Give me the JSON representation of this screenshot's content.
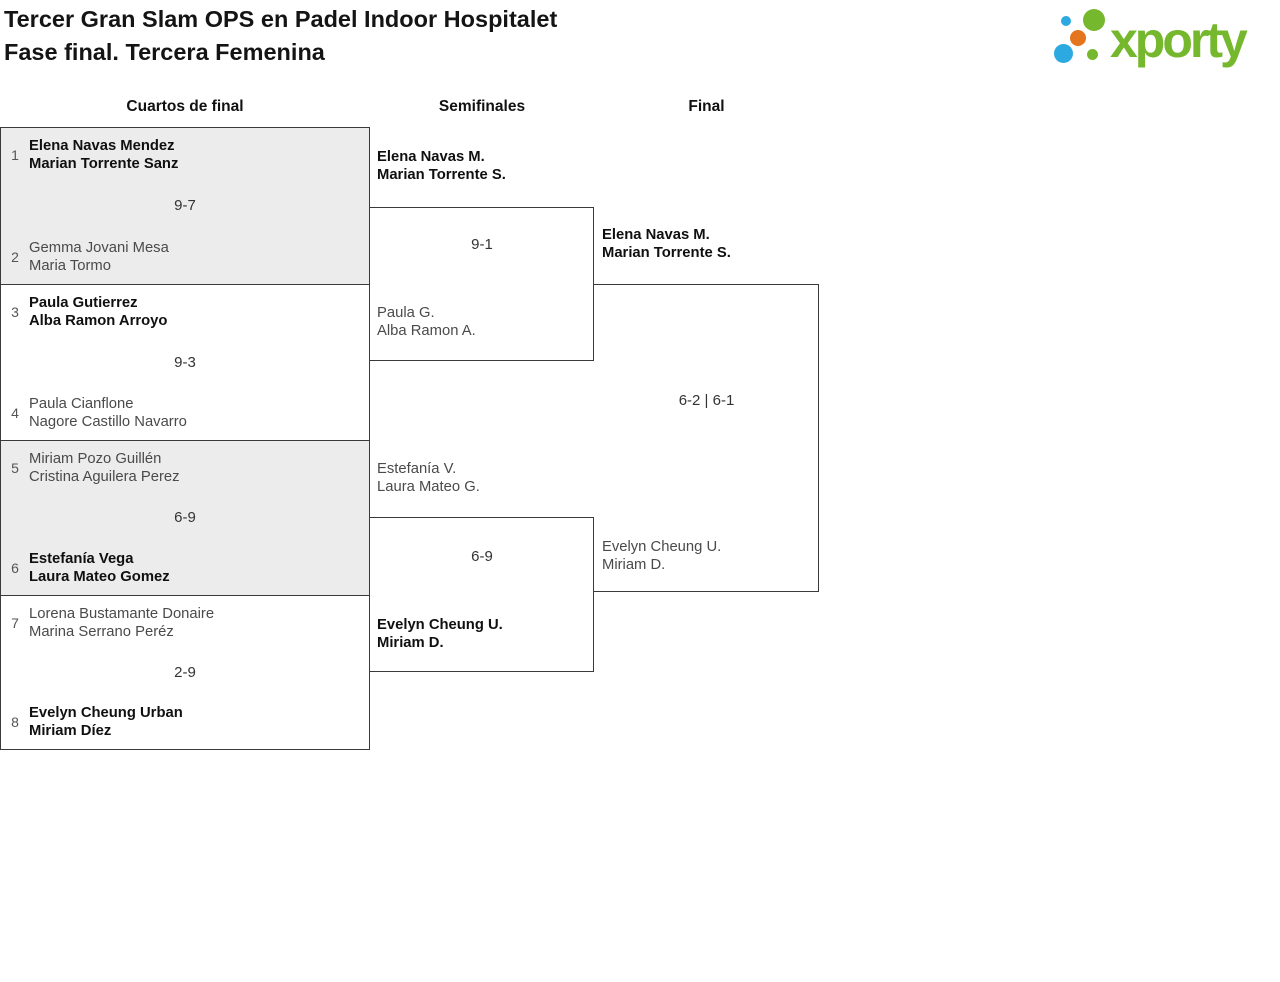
{
  "header": {
    "title_line1": "Tercer Gran Slam OPS en Padel Indoor Hospitalet",
    "title_line2": "Fase final. Tercera Femenina",
    "logo_text": "xporty"
  },
  "round_headers": [
    "Cuartos de final",
    "Semifinales",
    "Final"
  ],
  "colors": {
    "logo_green": "#75b82d",
    "logo_blue": "#2ba9e0",
    "logo_orange": "#e5741e",
    "shaded_box_bg": "#ececec",
    "box_border": "#3a3a3a",
    "winner_text": "#101010",
    "loser_text": "#4a4a4a"
  },
  "bracket": {
    "quarterfinals": [
      {
        "shaded": true,
        "score": "9-7",
        "top": {
          "seed": "1",
          "players": [
            "Elena Navas Mendez",
            "Marian Torrente Sanz"
          ],
          "winner": true
        },
        "bottom": {
          "seed": "2",
          "players": [
            "Gemma Jovani Mesa",
            "Maria Tormo"
          ],
          "winner": false
        }
      },
      {
        "shaded": false,
        "score": "9-3",
        "top": {
          "seed": "3",
          "players": [
            "Paula Gutierrez",
            "Alba Ramon Arroyo"
          ],
          "winner": true
        },
        "bottom": {
          "seed": "4",
          "players": [
            "Paula Cianflone",
            "Nagore Castillo Navarro"
          ],
          "winner": false
        }
      },
      {
        "shaded": true,
        "score": "6-9",
        "top": {
          "seed": "5",
          "players": [
            "Miriam Pozo Guillén",
            "Cristina Aguilera Perez"
          ],
          "winner": false
        },
        "bottom": {
          "seed": "6",
          "players": [
            "Estefanía Vega",
            "Laura Mateo Gomez"
          ],
          "winner": true
        }
      },
      {
        "shaded": false,
        "score": "2-9",
        "top": {
          "seed": "7",
          "players": [
            "Lorena Bustamante Donaire",
            "Marina Serrano Peréz"
          ],
          "winner": false
        },
        "bottom": {
          "seed": "8",
          "players": [
            "Evelyn Cheung Urban",
            "Miriam Díez"
          ],
          "winner": true
        }
      }
    ],
    "semifinals": [
      {
        "score": "9-1",
        "top": {
          "players": [
            "Elena Navas M.",
            "Marian Torrente S."
          ],
          "winner": true
        },
        "bottom": {
          "players": [
            "Paula G.",
            "Alba Ramon A."
          ],
          "winner": false
        }
      },
      {
        "score": "6-9",
        "top": {
          "players": [
            "Estefanía V.",
            "Laura Mateo G."
          ],
          "winner": false
        },
        "bottom": {
          "players": [
            "Evelyn Cheung U.",
            "Miriam D."
          ],
          "winner": true
        }
      }
    ],
    "final": {
      "score": "6-2 | 6-1",
      "top": {
        "players": [
          "Elena Navas M.",
          "Marian Torrente S."
        ],
        "winner": true
      },
      "bottom": {
        "players": [
          "Evelyn Cheung U.",
          "Miriam D."
        ],
        "winner": false
      }
    }
  }
}
